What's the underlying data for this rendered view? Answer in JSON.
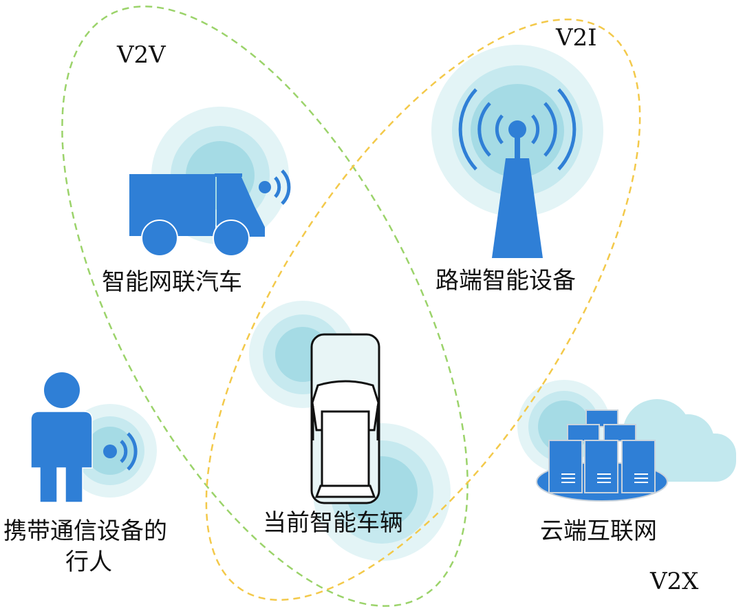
{
  "labels": {
    "v2v": "V2V",
    "v2i": "V2I",
    "v2x": "V2X",
    "connected_vehicle": "智能网联汽车",
    "roadside_device": "路端智能设备",
    "current_vehicle": "当前智能车辆",
    "pedestrian_line1": "携带通信设备的",
    "pedestrian_line2": "行人",
    "cloud_internet": "云端互联网"
  },
  "colors": {
    "icon_blue": "#2f7fd6",
    "ring_outer": "#e3f4f6",
    "ring_mid": "#c6e9ef",
    "ring_inner": "#a5dbe5",
    "cloud": "#c2e8ee",
    "v2v_loop": "#9bd36a",
    "v2i_loop": "#f3c94a"
  }
}
